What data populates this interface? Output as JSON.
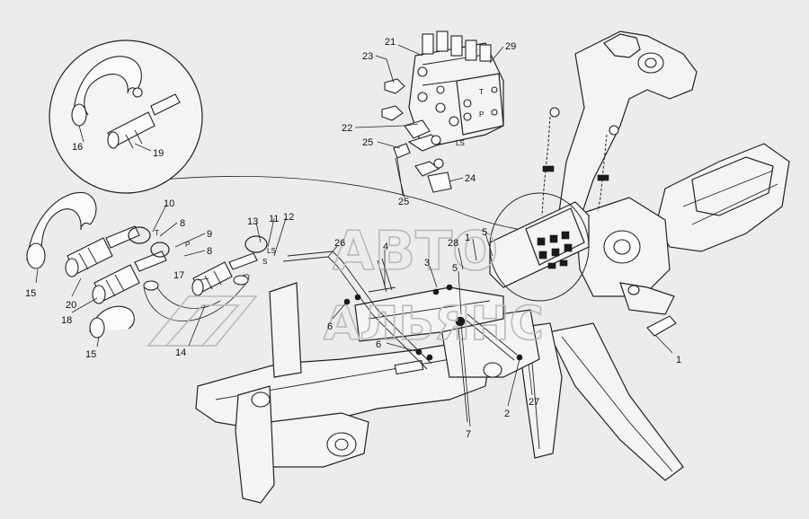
{
  "watermark": {
    "line1": "АВТО",
    "line2": "АЛЬЯНС"
  },
  "ports": {
    "t_upper": "T",
    "p_upper": "P",
    "ls_valve": "LS",
    "t_coupler": "T",
    "p_coupler": "P",
    "ls_coupler": "LS",
    "s_coupler": "S"
  },
  "callouts": [
    {
      "id": "c21",
      "text": "21"
    },
    {
      "id": "c23",
      "text": "23"
    },
    {
      "id": "c29",
      "text": "29"
    },
    {
      "id": "c22",
      "text": "22"
    },
    {
      "id": "c25a",
      "text": "25"
    },
    {
      "id": "c24",
      "text": "24"
    },
    {
      "id": "c25b",
      "text": "25"
    },
    {
      "id": "c16",
      "text": "16"
    },
    {
      "id": "c19",
      "text": "19"
    },
    {
      "id": "c10",
      "text": "10"
    },
    {
      "id": "c8a",
      "text": "8"
    },
    {
      "id": "c9",
      "text": "9"
    },
    {
      "id": "c8b",
      "text": "8"
    },
    {
      "id": "c13",
      "text": "13"
    },
    {
      "id": "c11",
      "text": "11"
    },
    {
      "id": "c12",
      "text": "12"
    },
    {
      "id": "c26",
      "text": "26"
    },
    {
      "id": "c4",
      "text": "4"
    },
    {
      "id": "c28",
      "text": "28"
    },
    {
      "id": "c1a",
      "text": "1"
    },
    {
      "id": "c5a",
      "text": "5"
    },
    {
      "id": "c3",
      "text": "3"
    },
    {
      "id": "c5b",
      "text": "5"
    },
    {
      "id": "c17",
      "text": "17"
    },
    {
      "id": "c15a",
      "text": "15"
    },
    {
      "id": "c20",
      "text": "20"
    },
    {
      "id": "c18",
      "text": "18"
    },
    {
      "id": "c14",
      "text": "14"
    },
    {
      "id": "c15b",
      "text": "15"
    },
    {
      "id": "c6a",
      "text": "6"
    },
    {
      "id": "c6b",
      "text": "6"
    },
    {
      "id": "c7",
      "text": "7"
    },
    {
      "id": "c2",
      "text": "2"
    },
    {
      "id": "c27",
      "text": "27"
    },
    {
      "id": "c1b",
      "text": "1"
    }
  ]
}
